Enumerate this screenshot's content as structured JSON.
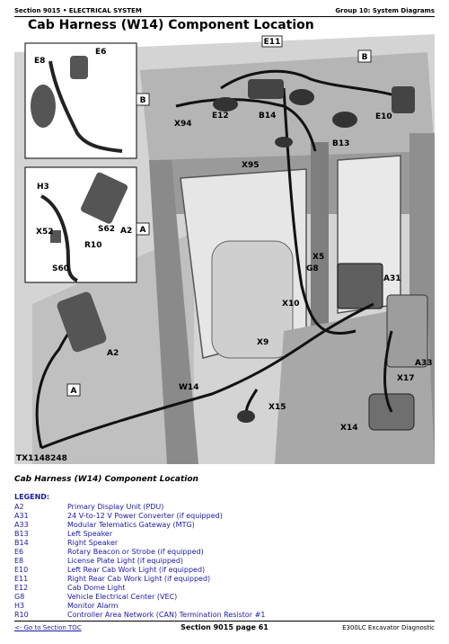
{
  "header": {
    "section": "Section 9015 • ELECTRICAL SYSTEM",
    "group": "Group 10: System Diagrams"
  },
  "title": "Cab Harness (W14) Component Location",
  "figure": {
    "code": "TX1148248",
    "callouts": [
      "E11",
      "E6",
      "E8",
      "B",
      "B",
      "X94",
      "E12",
      "B14",
      "E10",
      "B13",
      "X95",
      "H3",
      "X52",
      "S62",
      "A2",
      "A",
      "R10",
      "S60",
      "X5",
      "G8",
      "A31",
      "X10",
      "X9",
      "A2",
      "A",
      "W14",
      "X15",
      "X17",
      "A33",
      "X14"
    ]
  },
  "caption": "Cab Harness (W14) Component Location",
  "legend": {
    "heading": "LEGEND:",
    "items": [
      {
        "code": "A2",
        "desc": "Primary Display Unit (PDU)"
      },
      {
        "code": "A31",
        "desc": "24 V-to-12 V Power Converter (if equipped)"
      },
      {
        "code": "A33",
        "desc": "Modular Telematics Gateway (MTG)"
      },
      {
        "code": "B13",
        "desc": "Left Speaker"
      },
      {
        "code": "B14",
        "desc": "Right Speaker"
      },
      {
        "code": "E6",
        "desc": "Rotary Beacon or Strobe (if equipped)"
      },
      {
        "code": "E8",
        "desc": "License Plate Light (if equipped)"
      },
      {
        "code": "E10",
        "desc": "Left Rear Cab Work Light (if equipped)"
      },
      {
        "code": "E11",
        "desc": "Right Rear Cab Work Light (if equipped)"
      },
      {
        "code": "E12",
        "desc": "Cab Dome Light"
      },
      {
        "code": "G8",
        "desc": "Vehicle Electrical Center (VEC)"
      },
      {
        "code": "H3",
        "desc": "Monitor Alarm"
      },
      {
        "code": "R10",
        "desc": "Controller Area Network (CAN) Termination Resistor #1"
      }
    ]
  },
  "footer": {
    "toc_link": "<- Go to Section TOC",
    "page": "Section 9015 page 61",
    "doc": "E300LC Excavator Diagnostic"
  }
}
